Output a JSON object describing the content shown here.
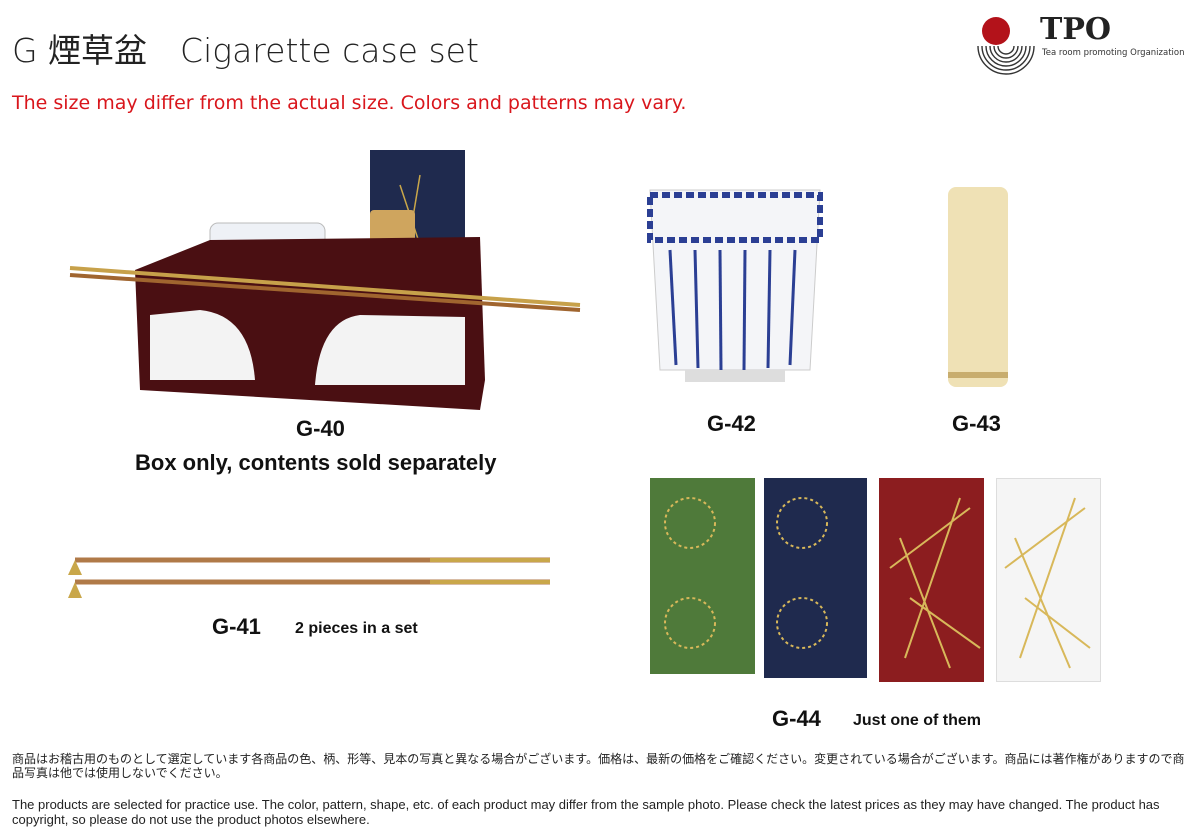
{
  "header": {
    "title": "G 煙草盆　Cigarette case set",
    "notice": "The size may differ from the actual size. Colors and patterns may vary.",
    "logo": {
      "mark": "TPO",
      "tagline": "Tea room promoting Organization"
    }
  },
  "products": [
    {
      "code": "G-40",
      "note": "Box only, contents sold separately"
    },
    {
      "code": "G-41",
      "note": "2 pieces in a set"
    },
    {
      "code": "G-42",
      "note": ""
    },
    {
      "code": "G-43",
      "note": ""
    },
    {
      "code": "G-44",
      "note": "Just one of them"
    }
  ],
  "footer": {
    "jp": "商品はお稽古用のものとして選定しています各商品の色、柄、形等、見本の写真と異なる場合がございます。価格は、最新の価格をご確認ください。変更されている場合がございます。商品には著作権がありますので商品写真は他では使用しないでください。",
    "en": "The products are selected for practice use. The color, pattern, shape, etc. of each product may differ from the sample photo. Please check the latest prices as they may have changed. The product has copyright, so please do not use the product photos elsewhere."
  },
  "colors": {
    "notice": "#d9161c",
    "logo_red": "#b3121a",
    "lacquer": "#4a0f12",
    "green": "#4f7a3a",
    "navy": "#1f2a4e",
    "red": "#8c1d1f"
  }
}
